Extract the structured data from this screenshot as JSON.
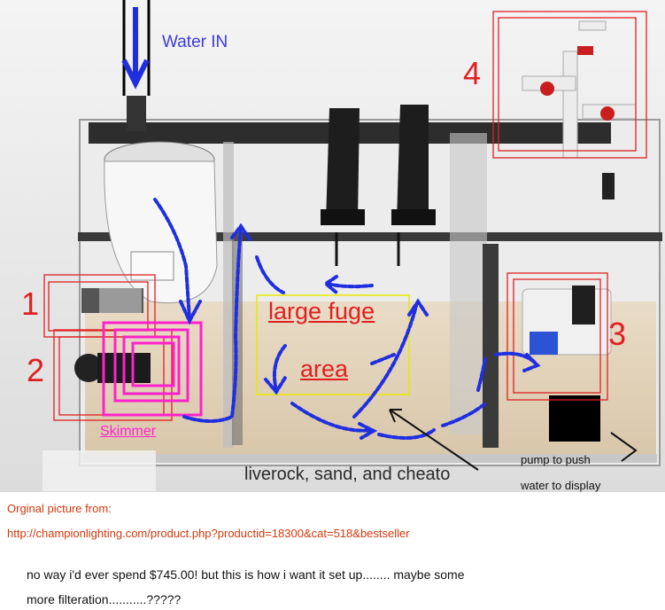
{
  "photo": {
    "description_free": true
  },
  "labels": {
    "water_in": "Water IN",
    "num_4": "4",
    "num_1": "1",
    "num_2": "2",
    "num_3": "3",
    "fuge_line1": "large fuge",
    "fuge_line2": "area",
    "skimmer": "Skimmer",
    "liverock": "liverock, sand, and cheato",
    "pump_line1": "pump to push",
    "pump_line2": "water to display"
  },
  "caption": {
    "source_label": "Orginal picture from:",
    "source_url": "http://championlighting.com/product.php?productid=18300&cat=518&bestseller",
    "comment_line1": "no way i'd ever spend $745.00! but this is how i want it set up........ maybe some",
    "comment_line2": "more filteration...........?????"
  },
  "colors": {
    "annotation_blue": "#1f2fe0",
    "annotation_red": "#e02020",
    "annotation_magenta": "#ff22cc",
    "annotation_yellow": "#e8e800",
    "caption_orange": "#d4380d"
  }
}
